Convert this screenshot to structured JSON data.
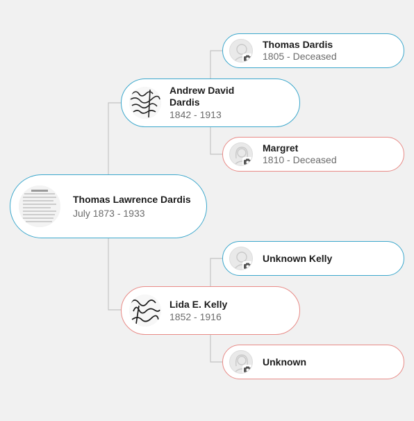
{
  "tree": {
    "root": {
      "name": "Thomas Lawrence Dardis",
      "dates": "July 1873 - 1933"
    },
    "father": {
      "name": "Andrew David Dardis",
      "dates": "1842 - 1913"
    },
    "mother": {
      "name": "Lida E. Kelly",
      "dates": "1852 - 1916"
    },
    "paternal_grandfather": {
      "name": "Thomas Dardis",
      "dates": "1805 - Deceased"
    },
    "paternal_grandmother": {
      "name": "Margret",
      "dates": "1810 - Deceased"
    },
    "maternal_grandfather": {
      "name": "Unknown Kelly",
      "dates": ""
    },
    "maternal_grandmother": {
      "name": "Unknown",
      "dates": ""
    }
  },
  "colors": {
    "male_border": "#3aa7cc",
    "female_border": "#e88a86",
    "connector": "#c4c4c4",
    "background": "#f1f1f1"
  },
  "icons": [
    "camera-icon",
    "male-silhouette-icon",
    "female-silhouette-icon"
  ]
}
